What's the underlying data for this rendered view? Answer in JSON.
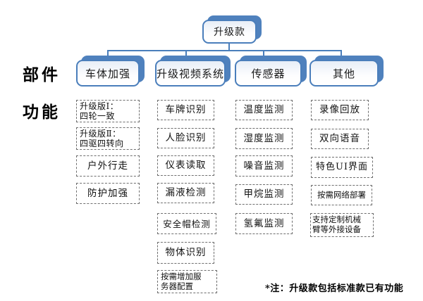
{
  "root": {
    "label": "升级款"
  },
  "row_labels": {
    "components": "部件",
    "functions": "功能"
  },
  "branches": [
    {
      "label": "车体加强",
      "items": [
        {
          "line1": "升级版Ⅰ：",
          "line2": "四轮一致"
        },
        {
          "line1": "升级版Ⅱ：",
          "line2": "四驱四转向"
        },
        {
          "label": "户外行走"
        },
        {
          "label": "防护加强"
        }
      ]
    },
    {
      "label": "升级视频系统",
      "items": [
        {
          "label": "车牌识别"
        },
        {
          "label": "人脸识别"
        },
        {
          "label": "仪表读取"
        },
        {
          "label": "漏液检测"
        },
        {
          "label": "安全帽检测"
        },
        {
          "label": "物体识别"
        },
        {
          "line1": "按需增加服",
          "line2": "务器配置"
        }
      ]
    },
    {
      "label": "传感器",
      "items": [
        {
          "label": "温度监测"
        },
        {
          "label": "湿度监测"
        },
        {
          "label": "噪音监测"
        },
        {
          "label": "甲烷监测"
        },
        {
          "label": "氢氟监测"
        }
      ]
    },
    {
      "label": "其他",
      "items": [
        {
          "label": "录像回放"
        },
        {
          "label": "双向语音"
        },
        {
          "label": "特色UI界面"
        },
        {
          "label": "按需网络部署"
        },
        {
          "line1": "支持定制机械",
          "line2": "臂等外接设备"
        }
      ]
    }
  ],
  "note": "*注：升级款包括标准款已有功能",
  "colors": {
    "accent": "#4f81bd",
    "node_border": "#4a7ebb",
    "dashed_border": "#6e6e6e"
  }
}
